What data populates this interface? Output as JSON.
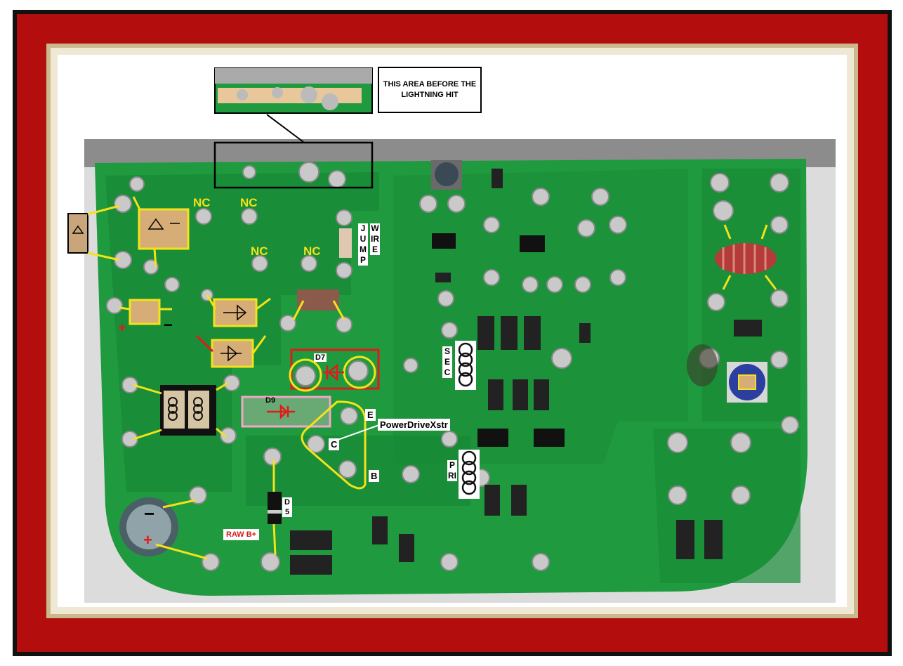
{
  "annotations": {
    "note": "THIS AREA BEFORE THE LIGHTNING HIT",
    "nc_1": "NC",
    "nc_2": "NC",
    "nc_3": "NC",
    "nc_4": "NC",
    "jump": "JUMP",
    "wire": "WIRE",
    "sec": "SEC",
    "pri": "PRI",
    "d7": "D7",
    "d9": "D9",
    "d5": "D5",
    "e": "E",
    "c": "C",
    "b": "B",
    "power_drive": "PowerDriveXstr",
    "raw_b": "RAW B+",
    "minus_sign": "−",
    "plus_sign": "+",
    "cap_minus": "−",
    "cap_plus": "+"
  },
  "colors": {
    "frame_red": "#b30d0d",
    "pcb_green": "#1f9a3e",
    "highlight_yellow": "#f4e21a",
    "highlight_red": "#e01b1b",
    "highlight_pink": "#f2a6c8"
  }
}
